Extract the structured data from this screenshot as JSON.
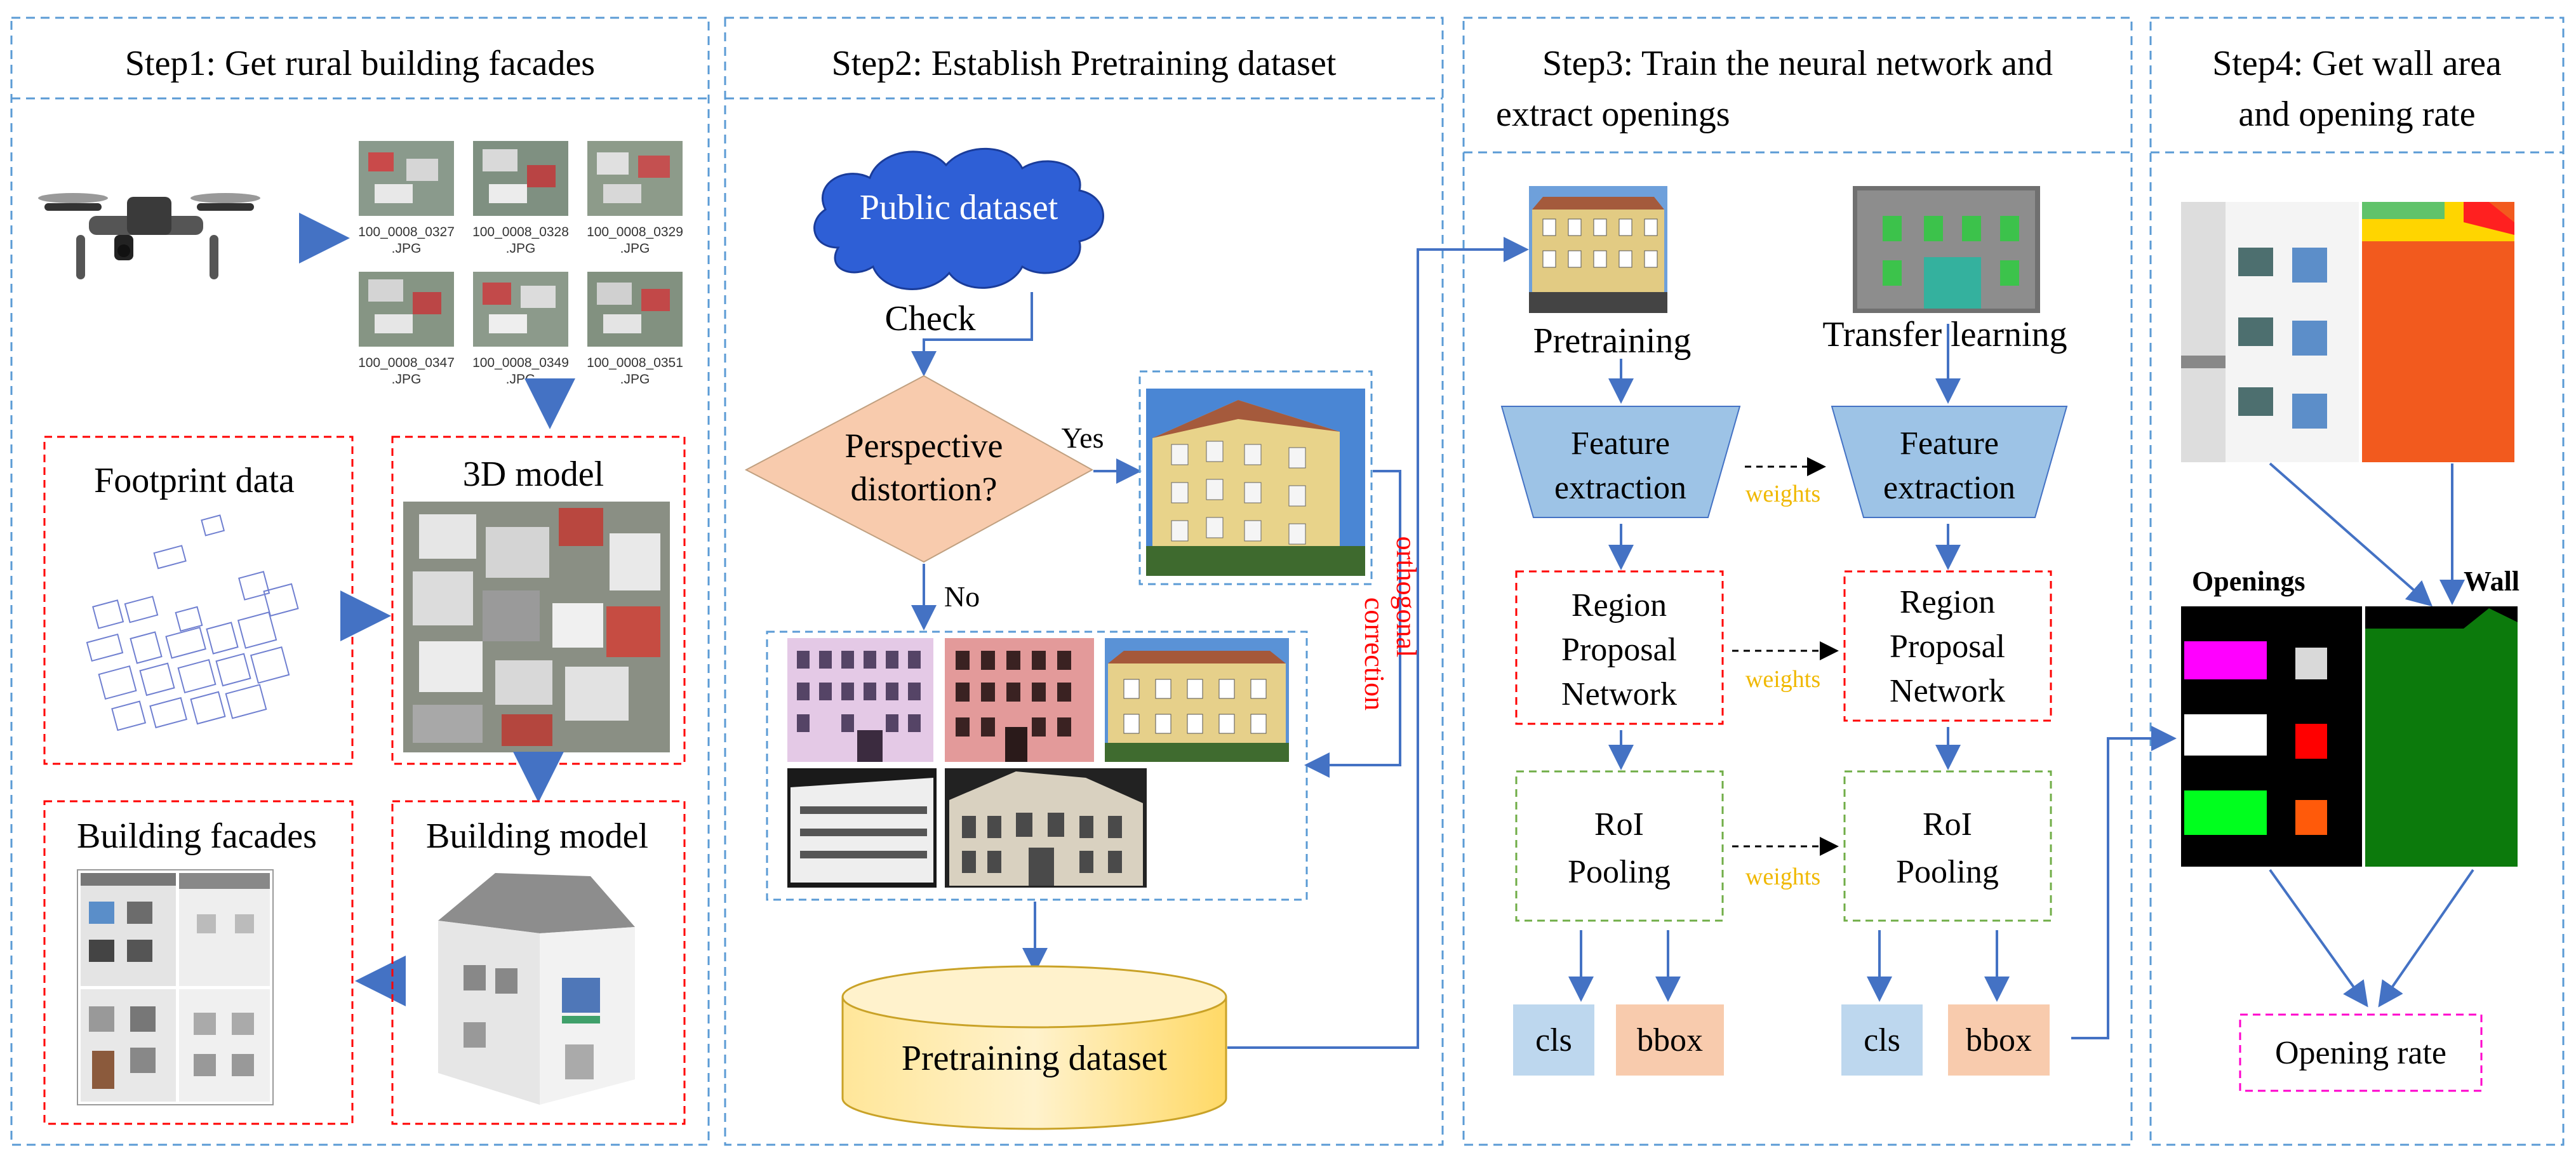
{
  "steps": {
    "step1": {
      "title": "Step1: Get rural building facades"
    },
    "step2": {
      "title": "Step2: Establish Pretraining dataset"
    },
    "step3": {
      "title_line1": "Step3: Train the neural network and",
      "title_line2": "extract openings"
    },
    "step4": {
      "title_line1": "Step4: Get wall area",
      "title_line2": "and opening rate"
    }
  },
  "step1": {
    "thumbnails": [
      "100_0008_0327",
      "100_0008_0328",
      "100_0008_0329",
      "100_0008_0347",
      "100_0008_0349",
      "100_0008_0351"
    ],
    "thumb_ext": ".JPG",
    "footprint_label": "Footprint data",
    "model3d_label": "3D model",
    "facades_label": "Building facades",
    "building_model_label": "Building model"
  },
  "step2": {
    "cloud_label": "Public dataset",
    "check_label": "Check",
    "diamond_line1": "Perspective",
    "diamond_line2": "distortion?",
    "yes_label": "Yes",
    "no_label": "No",
    "correction_line1": "orthogonal",
    "correction_line2": "correction",
    "cylinder_label": "Pretraining dataset"
  },
  "step3": {
    "pretraining_label": "Pretraining",
    "transfer_label": "Transfer learning",
    "feature_line1": "Feature",
    "feature_line2": "extraction",
    "weights_label": "weights",
    "rpn_line1": "Region",
    "rpn_line2": "Proposal",
    "rpn_line3": "Network",
    "roi_line1": "RoI",
    "roi_line2": "Pooling",
    "cls_label": "cls",
    "bbox_label": "bbox"
  },
  "step4": {
    "openings_label": "Openings",
    "wall_label": "Wall",
    "rate_label": "Opening rate"
  },
  "colors": {
    "panel_border": "#5b9bd5",
    "arrow": "#4472c4",
    "dark_arrow": "#1f3864",
    "cloud_fill": "#2e5fd6",
    "diamond_fill": "#f8cbad",
    "trapezoid_fill": "#9dc3e6",
    "red_dash": "#ff0000",
    "green_dash": "#70ad47",
    "weights_text": "#f0b800",
    "cls_fill": "#bdd7ee",
    "bbox_fill": "#f8cbad",
    "cylinder_fill": "#ffe699",
    "magenta_dash": "#ff00cc",
    "wall_green": "#0c7a0c",
    "correction_text": "#ff0000"
  }
}
